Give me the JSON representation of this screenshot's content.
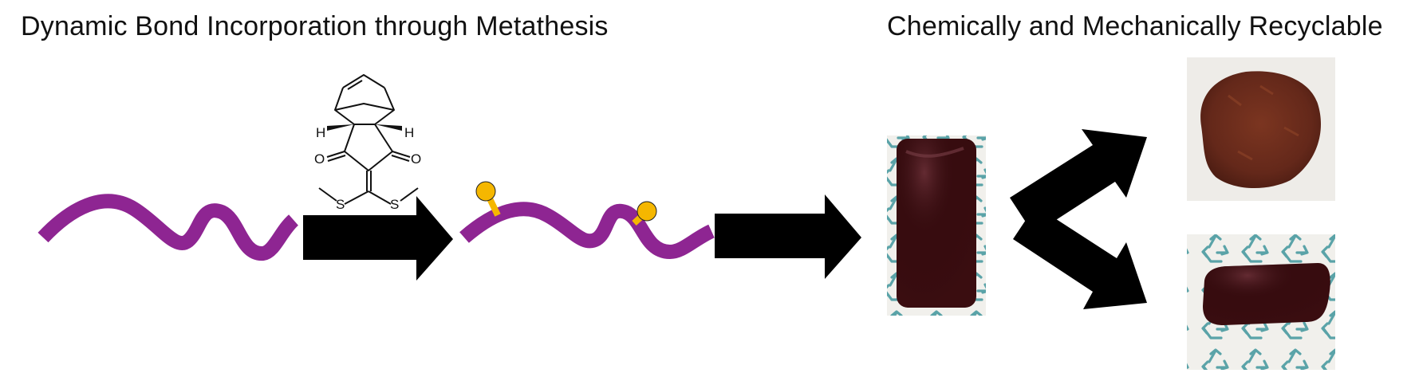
{
  "titles": {
    "left": "Dynamic Bond Incorporation through Metathesis",
    "right": "Chemically and Mechanically Recyclable"
  },
  "molecule": {
    "labels": {
      "h_left": "H",
      "h_right": "H",
      "o_left": "O",
      "o_right": "O",
      "s_left": "S",
      "s_right": "S"
    }
  },
  "colors": {
    "polymer": "#8e2592",
    "pendant": "#f5b700",
    "arrow": "#000000",
    "sample": "#3a0d10",
    "recycled_film": "#6e2a18",
    "recycle_symbol": "#5aa3a8"
  },
  "icons": {
    "recycle": "recycle-icon",
    "arrow": "right-arrow-icon"
  }
}
